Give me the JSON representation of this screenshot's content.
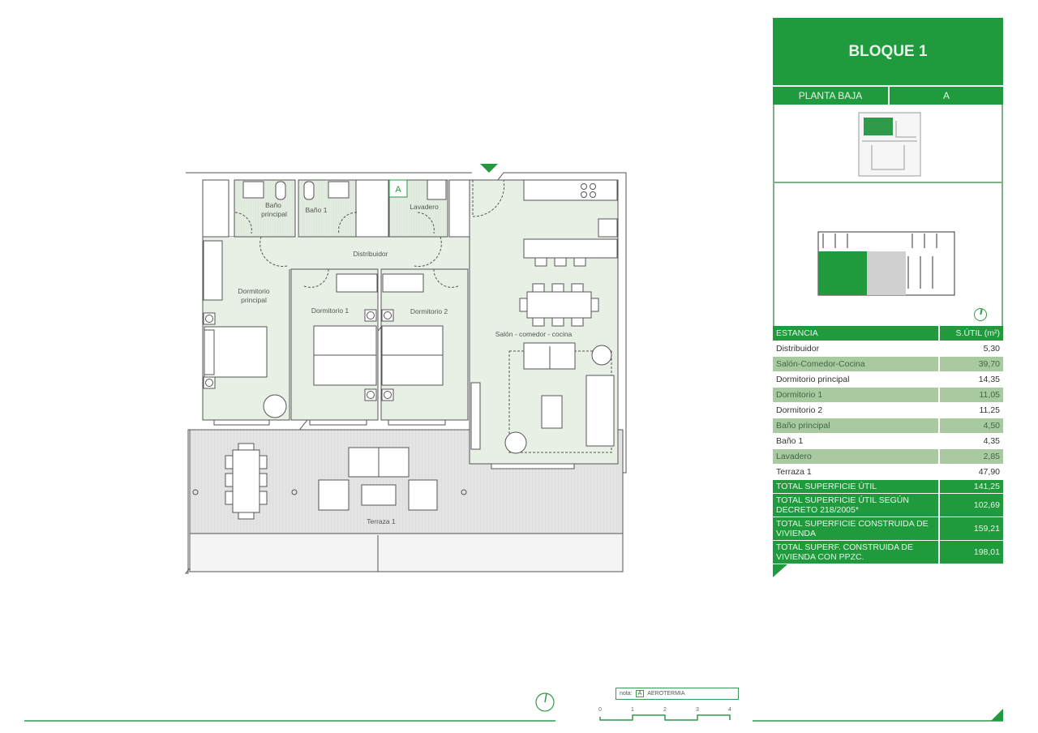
{
  "plan": {
    "entrance_marker": "A",
    "rooms": {
      "bano_principal": [
        "Baño",
        "principal"
      ],
      "bano_1": "Baño 1",
      "lavadero": "Lavadero",
      "distribuidor": "Distribuidor",
      "dormitorio_principal": [
        "Dormitorio",
        "principal"
      ],
      "dormitorio_1": "Dormitorio 1",
      "dormitorio_2": "Dormitorio 2",
      "salon": "Salón - comedor - cocina",
      "terraza": "Terraza 1"
    }
  },
  "panel": {
    "title": "BLOQUE 1",
    "floor": "PLANTA BAJA",
    "unit": "A",
    "table": {
      "header": [
        "ESTANCIA",
        "S.ÚTIL (m²)"
      ],
      "rows": [
        {
          "name": "Distribuidor",
          "value": "5,30"
        },
        {
          "name": "Salón-Comedor-Cocina",
          "value": "39,70"
        },
        {
          "name": "Dormitorio principal",
          "value": "14,35"
        },
        {
          "name": "Dormitorio 1",
          "value": "11,05"
        },
        {
          "name": "Dormitorio 2",
          "value": "11,25"
        },
        {
          "name": "Baño principal",
          "value": "4,50"
        },
        {
          "name": "Baño 1",
          "value": "4,35"
        },
        {
          "name": "Lavadero",
          "value": "2,85"
        },
        {
          "name": "Terraza 1",
          "value": "47,90"
        }
      ],
      "totals": [
        {
          "name": "TOTAL SUPERFICIE ÚTIL",
          "value": "141,25"
        },
        {
          "name": "TOTAL SUPERFICIE ÚTIL SEGÚN DECRETO 218/2005*",
          "value": "102,69"
        },
        {
          "name": "TOTAL SUPERFICIE CONSTRUIDA DE VIVIENDA",
          "value": "159,21"
        },
        {
          "name": "TOTAL SUPERF. CONSTRUIDA DE VIVIENDA CON PPZC.",
          "value": "198,01"
        }
      ]
    }
  },
  "footer": {
    "nota_label": "nota:",
    "nota_marker": "A",
    "nota_text": "AEROTERMIA",
    "scale_ticks": [
      "0",
      "1",
      "2",
      "3",
      "4"
    ]
  },
  "colors": {
    "brand": "#1f9a3c",
    "room_fill": "#e8f0e6",
    "terrace_fill": "#e6e6e6"
  }
}
